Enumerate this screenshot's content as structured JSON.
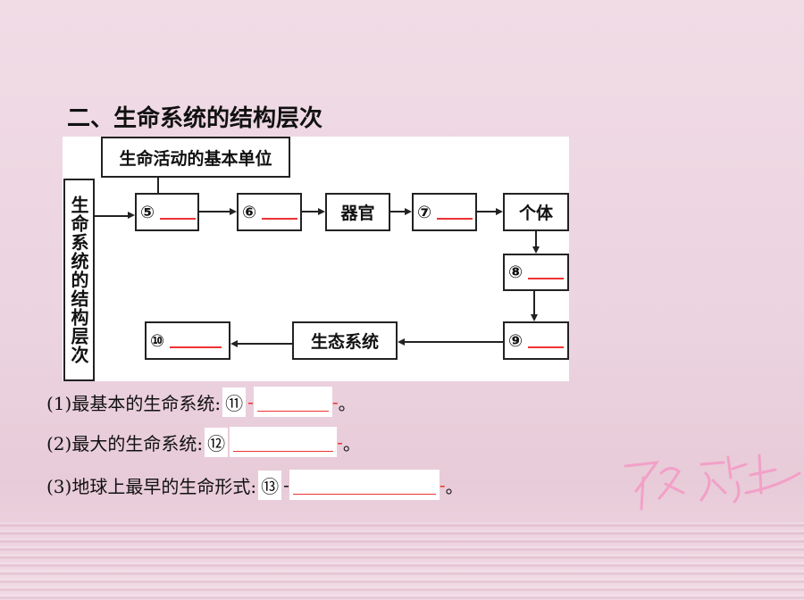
{
  "title": "二、生命系统的结构层次",
  "diagram": {
    "side_label": "生命系统的结构层次",
    "top_label": "生命活动的基本单位",
    "nodes": {
      "n5": "⑤",
      "n6": "⑥",
      "organ": "器官",
      "n7": "⑦",
      "individual": "个体",
      "n8": "⑧",
      "n9": "⑨",
      "ecosystem": "生态系统",
      "n10": "⑩"
    }
  },
  "questions": [
    {
      "text": "(1)最基本的生命系统:",
      "num": "⑪",
      "end": "。"
    },
    {
      "text": "(2)最大的生命系统:",
      "num": "⑫",
      "end": "。"
    },
    {
      "text": "(3)地球上最早的生命形式:",
      "num": "⑬",
      "end": "。"
    }
  ],
  "logo_text": "致梦想先生",
  "colors": {
    "blank_line": "#e33333",
    "background": "#ebd3df"
  }
}
